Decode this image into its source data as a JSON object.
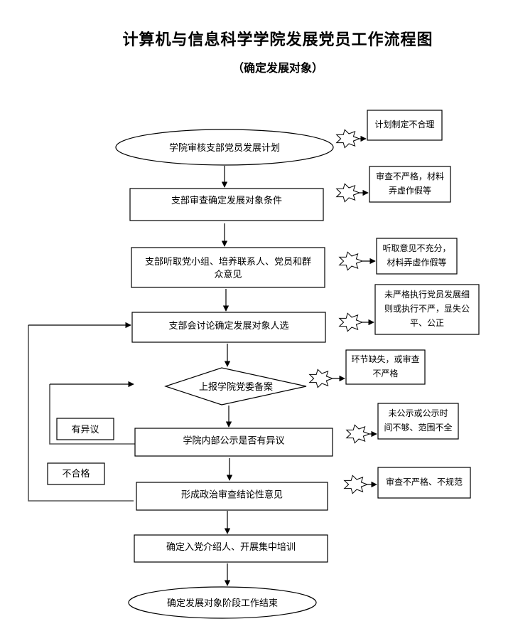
{
  "header": {
    "title": "计算机与信息科学学院发展党员工作流程图",
    "subtitle": "（确定发展对象）"
  },
  "steps": [
    {
      "id": "s1",
      "shape": "ellipse",
      "lines": [
        "学院审核支部党员发展计划"
      ]
    },
    {
      "id": "s2",
      "shape": "rect",
      "lines": [
        "支部审查确定发展对象条件"
      ]
    },
    {
      "id": "s3",
      "shape": "rect",
      "lines": [
        "支部听取党小组、培养联系人、党员和群",
        "众意见"
      ]
    },
    {
      "id": "s4",
      "shape": "rect",
      "lines": [
        "支部会讨论确定发展对象人选"
      ]
    },
    {
      "id": "s5",
      "shape": "diamond",
      "lines": [
        "上报学院党委备案"
      ]
    },
    {
      "id": "s6",
      "shape": "rect",
      "lines": [
        "学院内部公示是否有异议"
      ]
    },
    {
      "id": "s7",
      "shape": "rect",
      "lines": [
        "形成政治审查结论性意见"
      ]
    },
    {
      "id": "s8",
      "shape": "rect",
      "lines": [
        "确定入党介绍人、开展集中培训"
      ]
    },
    {
      "id": "s9",
      "shape": "ellipse",
      "lines": [
        "确定发展对象阶段工作结束"
      ]
    }
  ],
  "risks": [
    {
      "step": "s1",
      "lines": [
        "计划制定不合理"
      ]
    },
    {
      "step": "s2",
      "lines": [
        "审查不严格，材料",
        "弄虚作假等"
      ]
    },
    {
      "step": "s3",
      "lines": [
        "听取意见不充分，",
        "材料弄虚作假等"
      ]
    },
    {
      "step": "s4",
      "lines": [
        "未严格执行党员发展细",
        "则或执行不严，显失公",
        "平、公正"
      ]
    },
    {
      "step": "s5",
      "lines": [
        "环节缺失，或审查",
        "不严格"
      ]
    },
    {
      "step": "s6",
      "lines": [
        "未公示或公示时",
        "间不够、范围不全"
      ]
    },
    {
      "step": "s7",
      "lines": [
        "审查不严格、不规范"
      ]
    }
  ],
  "loops": [
    {
      "label": "有异议",
      "from": "s6",
      "to": "s5"
    },
    {
      "label": "不合格",
      "from": "s7",
      "to": "s4"
    }
  ]
}
